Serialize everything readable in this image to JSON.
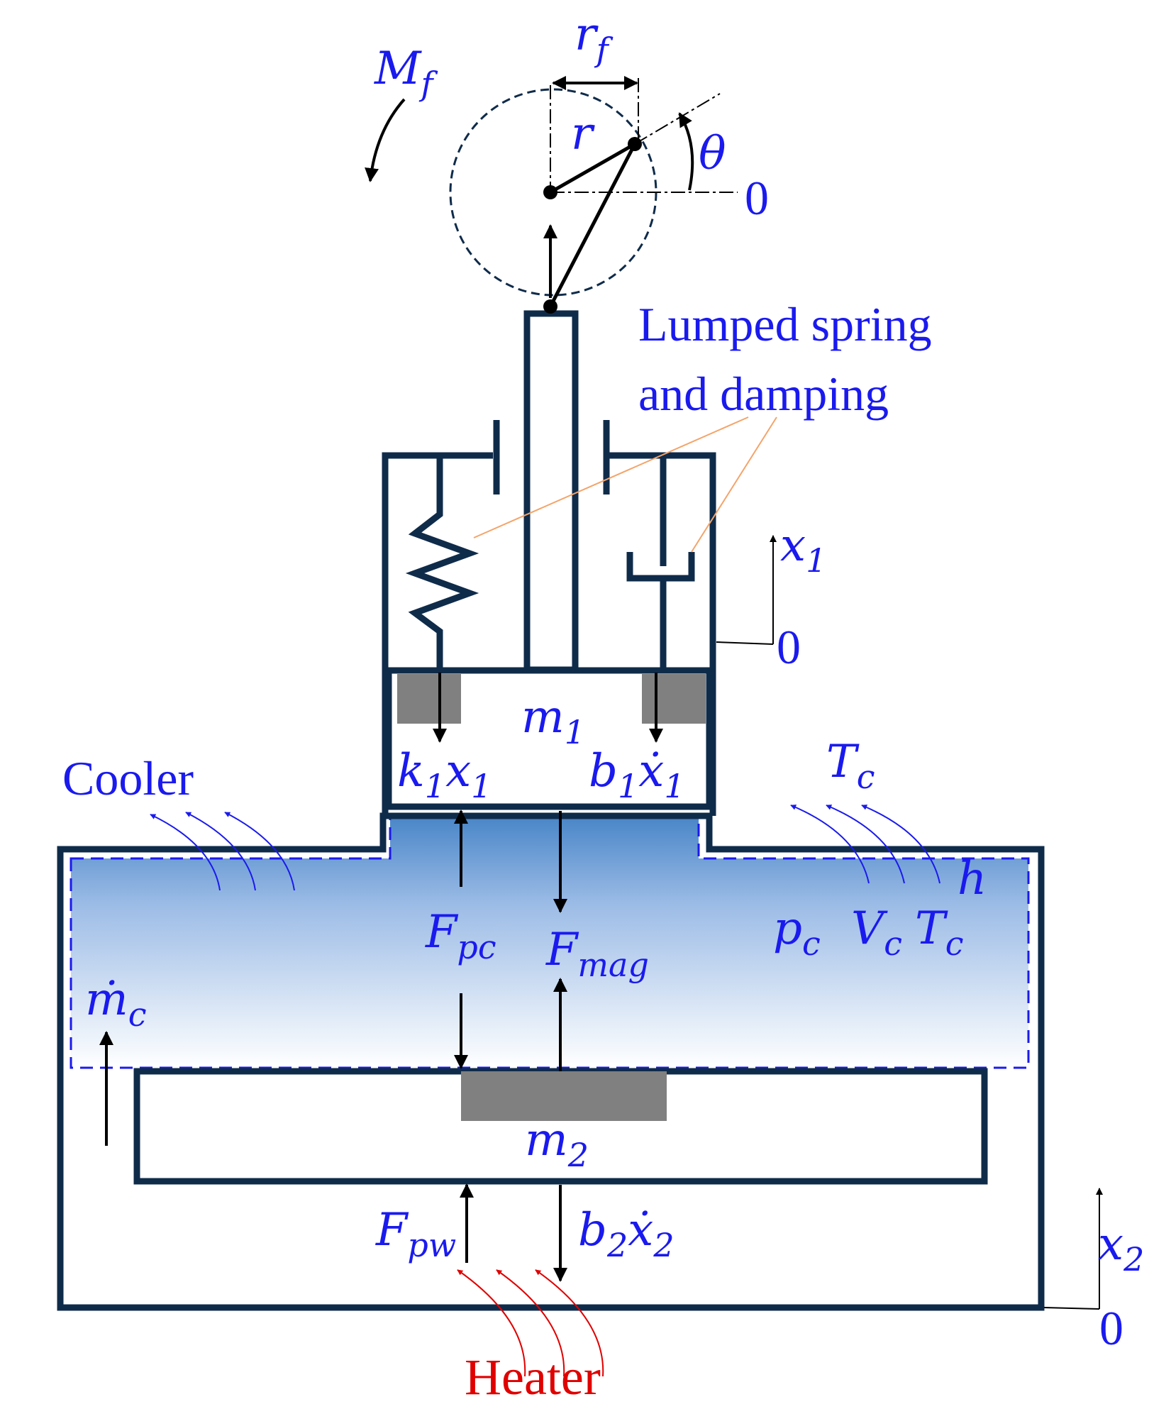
{
  "labels": {
    "moment": "M",
    "moment_sub": "f",
    "radius_f": "r",
    "radius_f_sub": "f",
    "radius": "r",
    "theta": "θ",
    "zero_theta": "0",
    "spring_damping_line1": "Lumped spring",
    "spring_damping_line2": "and damping",
    "x1": "x",
    "x1_sub": "1",
    "zero_x1": "0",
    "m1": "m",
    "m1_sub": "1",
    "k1x1_k": "k",
    "k1x1_k_sub": "1",
    "k1x1_x": "x",
    "k1x1_x_sub": "1",
    "b1x1_b": "b",
    "b1x1_b_sub": "1",
    "b1x1_x": "ẋ",
    "b1x1_x_sub": "1",
    "cooler": "Cooler",
    "tc_top": "T",
    "tc_top_sub": "c",
    "h": "h",
    "fpc": "F",
    "fpc_sub": "pc",
    "fmag": "F",
    "fmag_sub": "mag",
    "pc": "p",
    "pc_sub": "c",
    "vc": "V",
    "vc_sub": "c",
    "tc": "T",
    "tc_sub": "c",
    "mdot": "ṁ",
    "mdot_sub": "c",
    "m2": "m",
    "m2_sub": "2",
    "fpw": "F",
    "fpw_sub": "pw",
    "b2x2_b": "b",
    "b2x2_b_sub": "2",
    "b2x2_x": "ẋ",
    "b2x2_x_sub": "2",
    "x2": "x",
    "x2_sub": "2",
    "zero_x2": "0",
    "heater": "Heater"
  },
  "colors": {
    "structure": "#0f2b4a",
    "label_blue": "#1a1aee",
    "heater_red": "#e00000",
    "leader_orange": "#f4a46a",
    "mass_gray": "#808080",
    "gas_top": "#4a86c8",
    "gas_bottom": "#ffffff"
  }
}
